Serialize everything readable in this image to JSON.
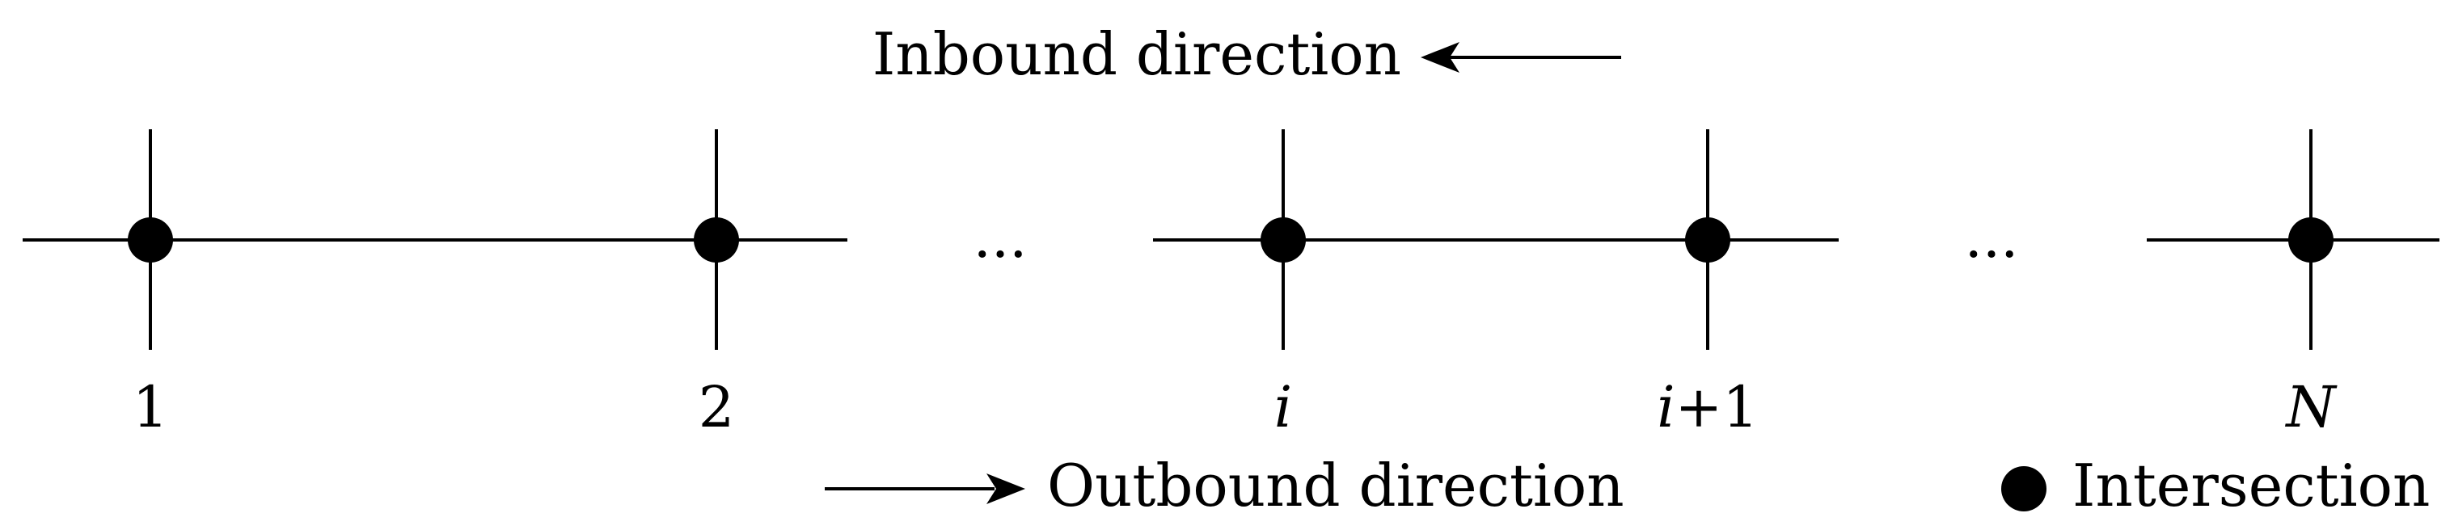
{
  "inbound_label": "Inbound direction",
  "outbound_label": "Outbound direction",
  "legend_label": "Intersection",
  "ellipsis": "...",
  "intersections": [
    {
      "label": "1"
    },
    {
      "label": "2"
    },
    {
      "label": "i"
    },
    {
      "label_italic": "i",
      "label_rest": "+1"
    },
    {
      "label": "N"
    }
  ],
  "colors": {
    "ink": "#000000",
    "background": "#ffffff"
  }
}
